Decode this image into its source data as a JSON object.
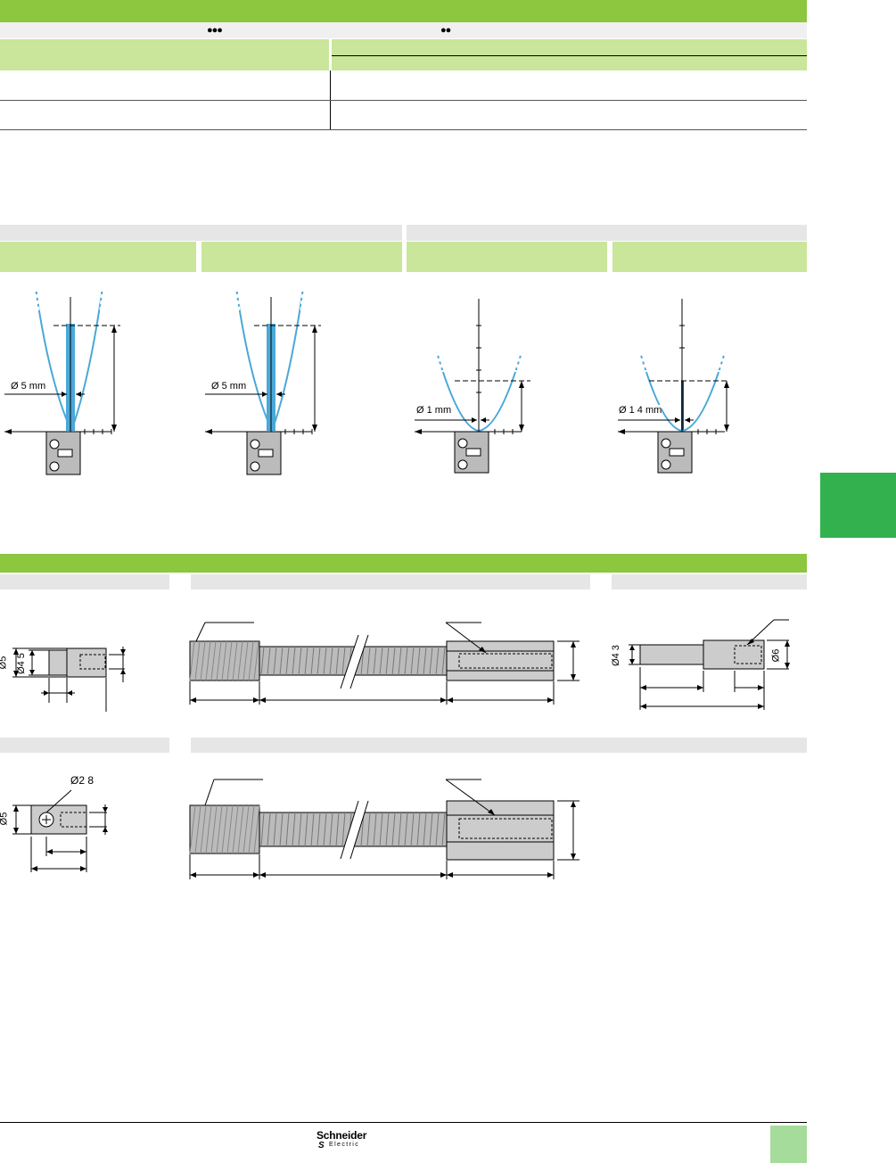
{
  "table": {
    "rating_high": "●●●",
    "rating_mid": "●●"
  },
  "figures": {
    "beam_a": {
      "diameter_label": "Ø 5 mm"
    },
    "beam_b": {
      "diameter_label": "Ø 5 mm"
    },
    "beam_c": {
      "diameter_label": "Ø 1 mm"
    },
    "beam_d": {
      "diameter_label": "Ø 1 4 mm"
    }
  },
  "dimensions": {
    "part1_outer": "Ø5",
    "part1_inner": "Ø4 5",
    "part3_inner": "Ø4 3",
    "part3_outer": "Ø6",
    "part4_hole": "Ø2 8",
    "part4_outer": "Ø5"
  },
  "footer": {
    "brand_name": "Schneider",
    "brand_sub": "Electric"
  },
  "colors": {
    "header_green": "#8dc63f",
    "light_green": "#c9e69a",
    "side_tab": "#33b14e",
    "page_tab": "#a6dc9b",
    "beam_blue": "#4aa8d8"
  }
}
